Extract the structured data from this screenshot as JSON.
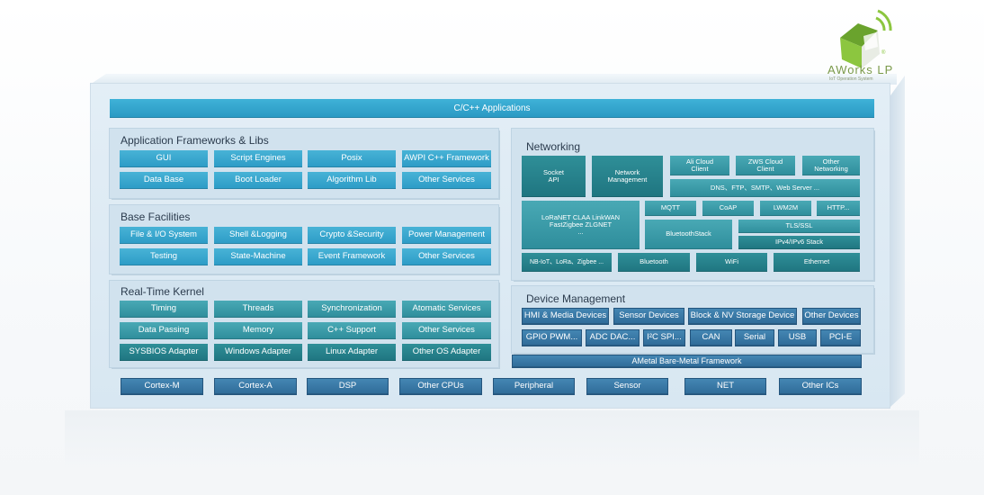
{
  "logo": {
    "brand": "AWorks LP",
    "tagline": "IoT Operation System",
    "registered": "®"
  },
  "top_bar": "C/C++ Applications",
  "app_frameworks": {
    "title": "Application Frameworks & Libs",
    "items": [
      "GUI",
      "Script Engines",
      "Posix",
      "AWPI C++ Framework",
      "Data Base",
      "Boot Loader",
      "Algorithm Lib",
      "Other Services"
    ]
  },
  "base_facilities": {
    "title": "Base Facilities",
    "items": [
      "File & I/O System",
      "Shell &Logging",
      "Crypto &Security",
      "Power Management",
      "Testing",
      "State-Machine",
      "Event Framework",
      "Other Services"
    ]
  },
  "rt_kernel": {
    "title": "Real-Time Kernel",
    "items": [
      "Timing",
      "Threads",
      "Synchronization",
      "Atomatic Services",
      "Data Passing",
      "Memory",
      "C++ Support",
      "Other Services",
      "SYSBIOS Adapter",
      "Windows Adapter",
      "Linux Adapter",
      "Other OS Adapter"
    ]
  },
  "networking": {
    "title": "Networking",
    "socket": "Socket\nAPI",
    "netmgmt": "Network\nManagement",
    "ali": "Ali Cloud\nClient",
    "zws": "ZWS Cloud\nClient",
    "othernet": "Other\nNetworking",
    "dns": "DNS、FTP、SMTP、Web Server ...",
    "lora": "LoRaNET CLAA LinkWAN\nFastZigbee ZLGNET\n...",
    "mqtt": "MQTT",
    "coap": "CoAP",
    "lwm2m": "LWM2M",
    "http": "HTTP...",
    "btstack": "BluetoothStack",
    "tls": "TLS/SSL",
    "ipstack": "IPv4/IPv6 Stack",
    "nbiot": "NB-IoT、LoRa、Zigbee ...",
    "bluetooth": "Bluetooth",
    "wifi": "WiFi",
    "ethernet": "Ethernet"
  },
  "device_mgmt": {
    "title": "Device Management",
    "row1": [
      "HMI & Media Devices",
      "Sensor Devices",
      "Block & NV Storage Device",
      "Other Devices"
    ],
    "row2": [
      "GPIO PWM...",
      "ADC DAC...",
      "I²C SPI...",
      "CAN",
      "Serial",
      "USB",
      "PCI-E"
    ]
  },
  "ametal": "AMetal Bare-Metal Framework",
  "hardware": [
    "Cortex-M",
    "Cortex-A",
    "DSP",
    "Other CPUs",
    "Peripheral",
    "Sensor",
    "NET",
    "Other ICs"
  ]
}
